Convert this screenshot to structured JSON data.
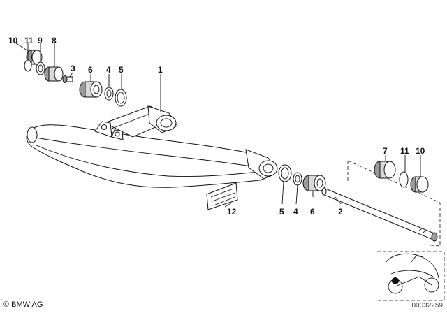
{
  "labels": {
    "p10a": "10",
    "p11a": "11",
    "p9": "9",
    "p8": "8",
    "p3": "3",
    "p6a": "6",
    "p4a": "4",
    "p5a": "5",
    "p1": "1",
    "p7": "7",
    "p11b": "11",
    "p10b": "10",
    "p12": "12",
    "p5b": "5",
    "p4b": "4",
    "p6b": "6",
    "p2": "2"
  },
  "footer": {
    "copyright": "© BMW AG",
    "doc_id": "00032259"
  },
  "colors": {
    "line": "#111111",
    "fill": "#ffffff",
    "shade": "#d9d9d9"
  }
}
